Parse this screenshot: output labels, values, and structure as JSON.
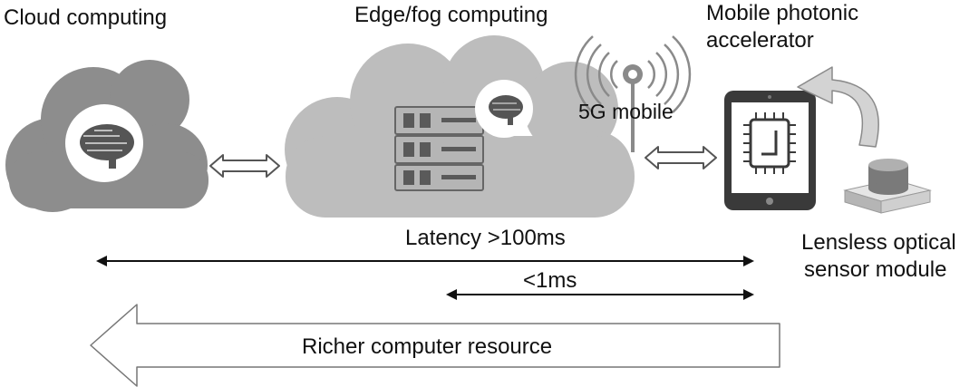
{
  "labels": {
    "cloud_computing": "Cloud computing",
    "edge_fog_computing": "Edge/fog computing",
    "mobile_photonic_line1": "Mobile photonic",
    "mobile_photonic_line2": "accelerator",
    "five_g_mobile": "5G mobile",
    "latency_cloud": "Latency >100ms",
    "latency_edge": "<1ms",
    "lensless_line1": "Lensless optical",
    "lensless_line2": "sensor module",
    "resource_arrow": "Richer computer resource"
  },
  "icons": {
    "cloud": "cloud-icon",
    "edge_cloud": "edge-cloud-icon",
    "brain": "brain-icon",
    "server": "server-rack-icon",
    "antenna": "antenna-icon",
    "tablet": "tablet-icon",
    "chip": "processor-chip-icon",
    "sensor": "sensor-module-icon",
    "link": "double-arrow-icon",
    "curved_arrow": "curved-arrow-icon"
  },
  "colors": {
    "cloud_dark": "#8d8d8d",
    "cloud_light": "#bdbdbd",
    "device": "#3a3a3a",
    "ink": "#111111"
  }
}
